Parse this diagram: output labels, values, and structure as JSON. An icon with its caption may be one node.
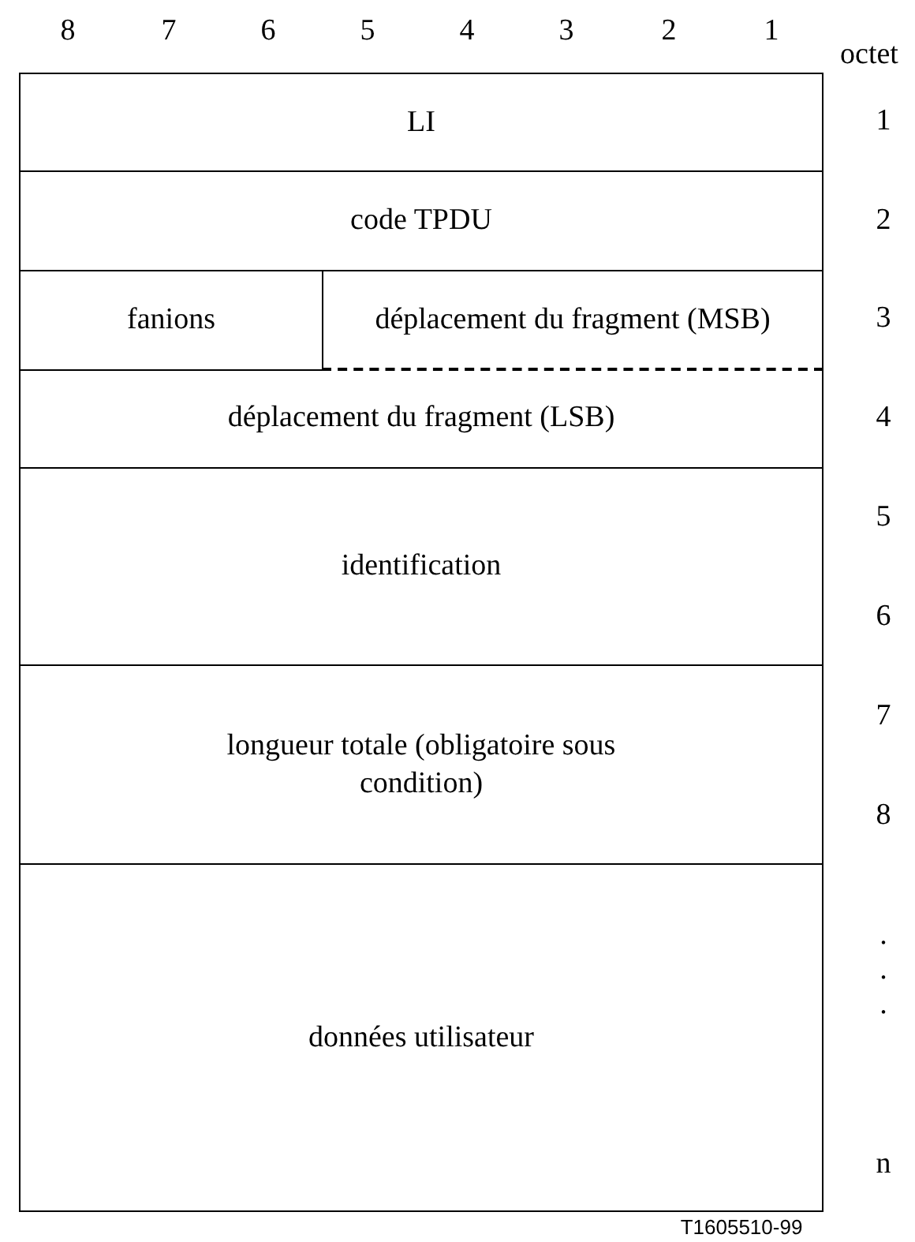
{
  "diagram": {
    "nodes": [
      {
        "text": [
          "LI"
        ]
      },
      {
        "text": [
          "code TPDU"
        ]
      },
      {
        "text": [
          "fanions"
        ]
      },
      {
        "text": [
          "déplacement du fragment (MSB)"
        ]
      },
      {
        "text": [
          "déplacement du fragment (LSB)"
        ]
      },
      {
        "text": [
          "identification"
        ]
      },
      {
        "text": [
          "longueur totale (obligatoire sous condition)"
        ]
      },
      {
        "text": [
          "données utilisateur"
        ]
      }
    ],
    "labels": [
      "8",
      "7",
      "6",
      "5",
      "4",
      "3",
      "2",
      "1",
      "octet",
      "1",
      "2",
      "3",
      "4",
      "5",
      "6",
      "7",
      "8",
      ".",
      ".",
      ".",
      "n",
      "T1605510-99"
    ]
  }
}
